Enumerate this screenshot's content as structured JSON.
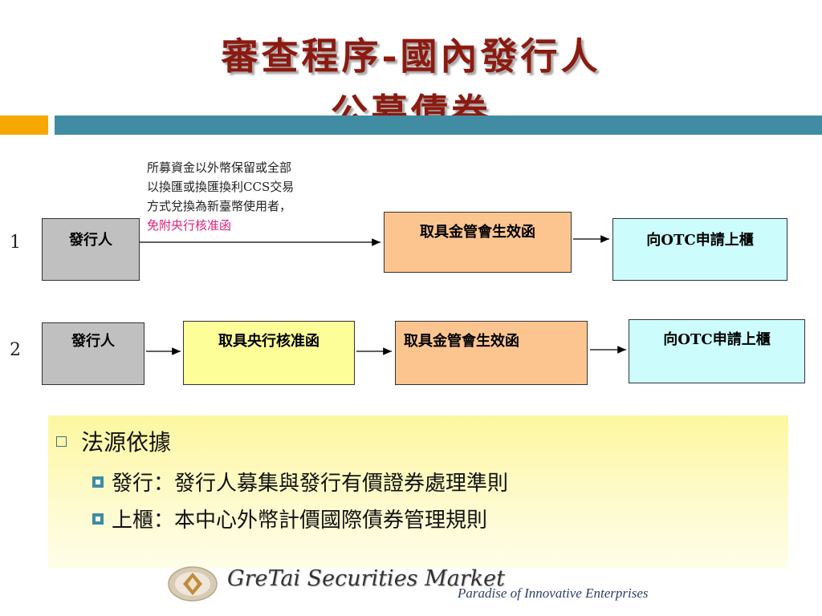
{
  "title": {
    "line1": "審查程序-國內發行人",
    "line2": "公募債券"
  },
  "colors": {
    "title": "#8b1a10",
    "accent_bar": "#f6a800",
    "band": "#3f8ca3"
  },
  "note": {
    "lines": [
      "所募資金以外幣保留或全部",
      "以換匯或換匯換利CCS交易",
      "方式兌換為新臺幣使用者，"
    ],
    "highlight": "免附央行核准函"
  },
  "flow1": {
    "number": "1",
    "issuer": "發行人",
    "fsc_letter": "取具金管會生效函",
    "otc": "向OTC申請上櫃"
  },
  "flow2": {
    "number": "2",
    "issuer": "發行人",
    "cbc_letter": "取具央行核准函",
    "fsc_letter": "取具金管會生效函",
    "otc": "向OTC申請上櫃"
  },
  "legal_basis": {
    "heading": "法源依據",
    "items": [
      "發行：發行人募集與發行有價證券處理準則",
      "上櫃：本中心外幣計價國際債券管理規則"
    ]
  },
  "footer": {
    "company": "GreTai Securities Market",
    "slogan": "Paradise of Innovative Enterprises"
  }
}
